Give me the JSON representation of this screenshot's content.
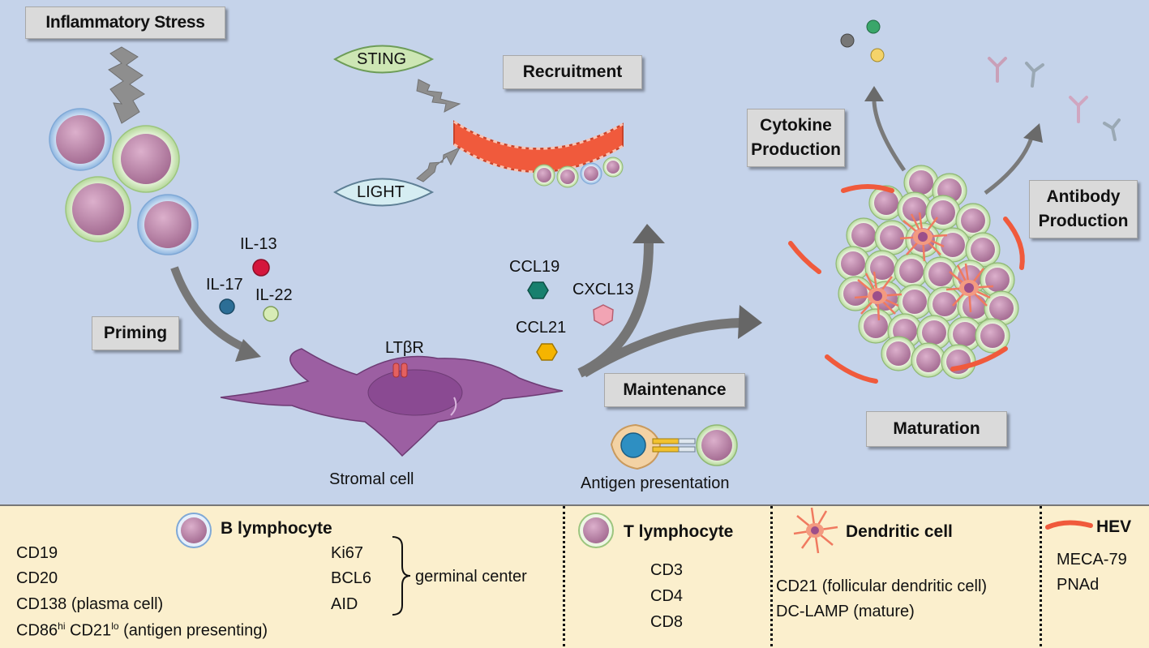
{
  "stages": {
    "inflammatory_stress": "Inflammatory Stress",
    "recruitment": "Recruitment",
    "priming": "Priming",
    "maintenance": "Maintenance",
    "maturation": "Maturation",
    "cytokine_production": "Cytokine Production",
    "antibody_production": "Antibody Production"
  },
  "signals": {
    "sting": "STING",
    "light": "LIGHT",
    "il13": "IL-13",
    "il17": "IL-17",
    "il22": "IL-22",
    "ccl19": "CCL19",
    "ccl21": "CCL21",
    "cxcl13": "CXCL13",
    "ltbr": "LTβR"
  },
  "captions": {
    "stromal_cell": "Stromal cell",
    "antigen_presentation": "Antigen presentation"
  },
  "legend": {
    "b_lymphocyte": {
      "title": "B lymphocyte",
      "markers": [
        "CD19",
        "CD20",
        "CD138 (plasma cell)"
      ],
      "cd86": "CD86",
      "cd86_sup": "hi",
      "cd21": " CD21",
      "cd21_sup": "lo",
      "antigen_presenting": " (antigen presenting)",
      "gc_markers": [
        "Ki67",
        "BCL6",
        "AID"
      ],
      "gc_label": "germinal center"
    },
    "t_lymphocyte": {
      "title": "T lymphocyte",
      "markers": [
        "CD3",
        "CD4",
        "CD8"
      ]
    },
    "dendritic_cell": {
      "title": "Dendritic cell",
      "markers": [
        "CD21 (follicular dendritic cell)",
        "DC-LAMP (mature)"
      ]
    },
    "hev": {
      "title": "HEV",
      "markers": [
        "MECA-79",
        "PNAd"
      ]
    }
  },
  "colors": {
    "background": "#c5d3ea",
    "legend_background": "#fbefcd",
    "cell_body": "#c48fb0",
    "b_cell_membrane": "#b6d2ee",
    "t_cell_membrane": "#d8ecc4",
    "vessel": "#f05a3c",
    "stromal_cell": "#9c5fa2",
    "box": "#dadada"
  }
}
